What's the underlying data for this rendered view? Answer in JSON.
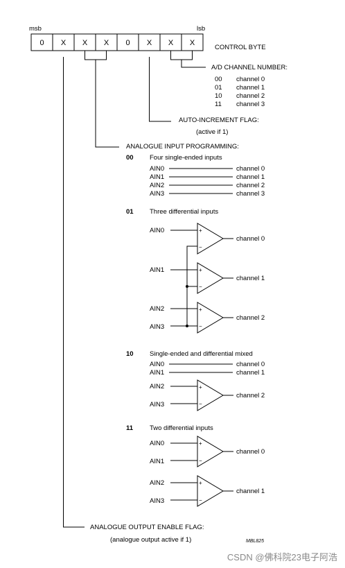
{
  "control_byte": {
    "msb_label": "msb",
    "lsb_label": "lsb",
    "bits": [
      "0",
      "X",
      "X",
      "X",
      "0",
      "X",
      "X",
      "X"
    ],
    "caption": "CONTROL BYTE"
  },
  "channel_number": {
    "title": "A/D CHANNEL NUMBER:",
    "rows": [
      {
        "code": "00",
        "label": "channel 0"
      },
      {
        "code": "01",
        "label": "channel 1"
      },
      {
        "code": "10",
        "label": "channel 2"
      },
      {
        "code": "11",
        "label": "channel 3"
      }
    ]
  },
  "auto_increment": {
    "title": "AUTO-INCREMENT FLAG:",
    "note": "(active if 1)"
  },
  "input_programming": {
    "title": "ANALOGUE INPUT PROGRAMMING:",
    "modes": [
      {
        "code": "00",
        "desc": "Four single-ended inputs",
        "lines": [
          {
            "input": "AIN0",
            "channel": "channel 0"
          },
          {
            "input": "AIN1",
            "channel": "channel 1"
          },
          {
            "input": "AIN2",
            "channel": "channel 2"
          },
          {
            "input": "AIN3",
            "channel": "channel 3"
          }
        ]
      },
      {
        "code": "01",
        "desc": "Three differential inputs",
        "inputs": [
          "AIN0",
          "AIN1",
          "AIN2",
          "AIN3"
        ],
        "channels": [
          "channel 0",
          "channel 1",
          "channel 2"
        ]
      },
      {
        "code": "10",
        "desc": "Single-ended and differential mixed",
        "lines": [
          {
            "input": "AIN0",
            "channel": "channel 0"
          },
          {
            "input": "AIN1",
            "channel": "channel 1"
          }
        ],
        "inputs": [
          "AIN2",
          "AIN3"
        ],
        "channels": [
          "channel 2"
        ]
      },
      {
        "code": "11",
        "desc": "Two differential inputs",
        "inputs": [
          "AIN0",
          "AIN1",
          "AIN2",
          "AIN3"
        ],
        "channels": [
          "channel 0",
          "channel 1"
        ]
      }
    ]
  },
  "output_enable": {
    "title": "ANALOGUE OUTPUT ENABLE FLAG:",
    "note": "(analogue output active if 1)"
  },
  "figure_tag": "MBL825",
  "watermark": "CSDN @佛科院23电子阿浩",
  "amp_signs": {
    "plus": "+",
    "minus": "−"
  }
}
